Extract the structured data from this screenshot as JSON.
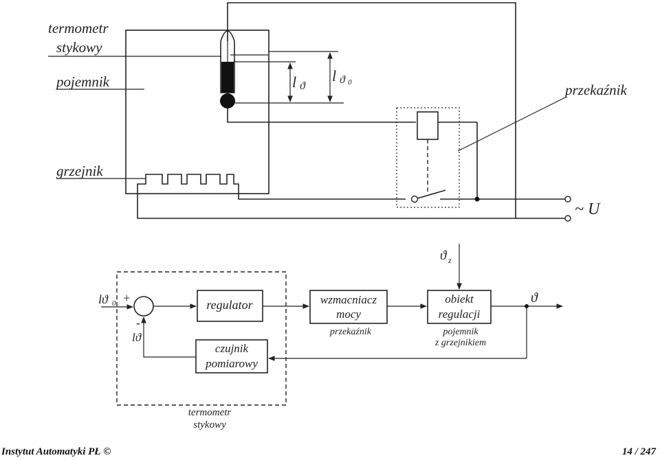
{
  "schematic": {
    "label_thermometer_line1": "termometr",
    "label_thermometer_line2": "stykowy",
    "label_container": "pojemnik",
    "label_relay": "przekaźnik",
    "label_heater": "grzejnik",
    "label_l_theta": "l",
    "label_l_theta_sym": "ϑ",
    "label_l_theta0": "l",
    "label_l_theta0_sym": "ϑ",
    "label_l_theta0_sub": "0",
    "label_supply": "~ U"
  },
  "block_diagram": {
    "input_label": "lϑ",
    "input_sub": "0",
    "plus_sign": "+",
    "minus_sign": "-",
    "feedback_label": "lϑ",
    "disturbance_label": "ϑ",
    "disturbance_sub": "z",
    "output_label": "ϑ",
    "regulator": "regulator",
    "sensor_line1": "czujnik",
    "sensor_line2": "pomiarowy",
    "amplifier_line1": "wzmacniacz",
    "amplifier_line2": "mocy",
    "amplifier_caption": "przekaźnik",
    "object_line1": "obiekt",
    "object_line2": "regulacji",
    "object_caption_line1": "pojemnik",
    "object_caption_line2": "z grzejnikiem",
    "dashed_caption_line1": "termometr",
    "dashed_caption_line2": "stykowy"
  },
  "footer": {
    "left": "Instytut Automatyki PŁ ©",
    "right": "14 / 247"
  }
}
